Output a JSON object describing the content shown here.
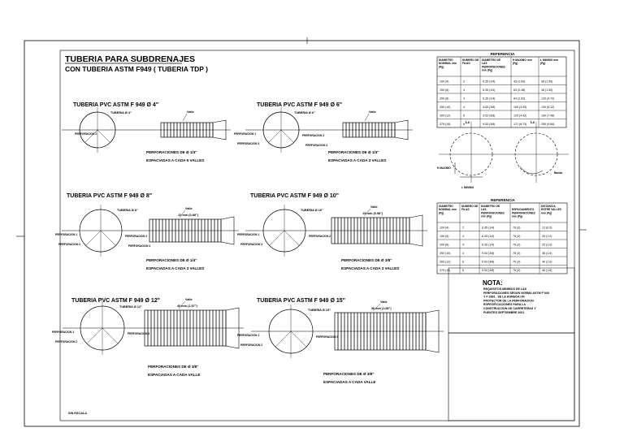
{
  "title": {
    "line1": "TUBERIA PARA SUBDRENAJES",
    "line2": "CON TUBERIA ASTM F949  ( TUBERIA TDP )"
  },
  "pipes": [
    {
      "heading": "TUBERIA PVC ASTM F 949 Ø 4\"",
      "pipe_label": "TUBERIA Ø 4\"",
      "valley": "Valle",
      "dim": "",
      "perf_labels": [
        "PERFORACION 2"
      ],
      "perf1": "PERFORACIONES DE Ø 1/4\"",
      "perf2": "ESPACIADAS A CADA 6 VALLES"
    },
    {
      "heading": "TUBERIA PVC ASTM F 949 Ø 6\"",
      "pipe_label": "TUBERIA Ø 6\"",
      "valley": "Valle",
      "dim": "",
      "perf_labels": [
        "PERFORACION 1",
        "PERFORACION 3",
        "PERFORACION 2",
        "PERFORACION 4"
      ],
      "perf1": "PERFORACIONES DE Ø 1/4\"",
      "perf2": "ESPACIADAS A CADA 3 VALLES"
    },
    {
      "heading": "TUBERIA PVC ASTM F 949 Ø 8\"",
      "pipe_label": "TUBERIA Ø 8\"",
      "valley": "Valle",
      "dim": "22 mm (0.88\")",
      "perf_labels": [
        "PERFORACION 1",
        "PERFORACION 3",
        "PERFORACION 2",
        "PERFORACION 4"
      ],
      "perf1": "PERFORACIONES DE Ø 1/4\"",
      "perf2": "ESPACIADAS A CADA 3 VALLES"
    },
    {
      "heading": "TUBERIA PVC ASTM F 949 Ø 10\"",
      "pipe_label": "TUBERIA Ø 10\"",
      "valley": "Valle",
      "dim": "25 mm (0.98\")",
      "perf_labels": [
        "PERFORACION 1",
        "PERFORACION 3",
        "PERFORACION 2"
      ],
      "perf1": "PERFORACIONES DE Ø 3/8\"",
      "perf2": "ESPACIADAS A CADA 3 VALLES"
    },
    {
      "heading": "TUBERIA PVC ASTM F 949 Ø 12\"",
      "pipe_label": "TUBERIA Ø 12\"",
      "valley": "Valle",
      "dim": "40 mm (1.57\")",
      "perf_labels": [
        "PERFORACION 1",
        "PERFORACION 2",
        "PERFORACION 3"
      ],
      "perf1": "PERFORACIONES DE Ø 3/8\"",
      "perf2": "ESPACIADAS A CADA  VALLE"
    },
    {
      "heading": "TUBERIA PVC ASTM F 949 Ø 15\"",
      "pipe_label": "TUBERIA Ø 15\"",
      "valley": "Valle",
      "dim": "46 mm (1.85\")",
      "perf_labels": [
        "PERFORACION 1",
        "PERFORACION 2",
        "PERFORACION 3"
      ],
      "perf1": "PERFORACIONES DE Ø 3/8\"",
      "perf2": "ESPACIADAS A CADA  VALLE"
    }
  ],
  "ref_table_1": {
    "title": "REFERENCIA",
    "headers": [
      "DIAMETRO NOMINAL mm (Pg)",
      "NUMERO DE FILAS",
      "DIAMETRO DE LAS PERFORACIONES mm (Pg)",
      "H MAXIMO mm (Pg)",
      "L MINIMO mm (Pg)"
    ],
    "rows": [
      [
        "100 (4)",
        "2",
        "6.35 (1/4)",
        "43 (1.69)",
        "38 (1.50)"
      ],
      [
        "150 (6)",
        "4",
        "6.35 (1/4)",
        "63 (2.48)",
        "38 (1.50)"
      ],
      [
        "200 (8)",
        "4",
        "6.35 (1/4)",
        "64 (2.52)",
        "120 (4.72)"
      ],
      [
        "250 (10)",
        "4",
        "9.53 (3/8)",
        "100 (3.93)",
        "130 (5.12)"
      ],
      [
        "300 (12)",
        "6",
        "9.53 (3/8)",
        "125 (4.92)",
        "190 (7.48)"
      ],
      [
        "375 (15)",
        "6",
        "9.53 (3/8)",
        "171 (6.73)",
        "250 (9.84)"
      ]
    ]
  },
  "ref_table_2": {
    "title": "REFERENCIA",
    "headers": [
      "DIAMETRO NOMINAL mm (Pg)",
      "NUMERO DE FILAS",
      "DIAMETRO DE LAS PERFORACIONES mm (Pg)",
      "ESPACIAMIENTO PERFORACIONES mm (Pg)",
      "DISTANCIA ENTRE VALLES mm (Pg)"
    ],
    "rows": [
      [
        "100 (4)",
        "2",
        "6.35 (1/4)",
        "76 (3)",
        "13 (0.5)"
      ],
      [
        "150 (6)",
        "4",
        "6.35 (1/4)",
        "76 (3)",
        "25 (1.0)"
      ],
      [
        "200 (8)",
        "4",
        "6.35 (1/4)",
        "76 (3)",
        "25 (1.0)"
      ],
      [
        "250 (10)",
        "4",
        "9.53 (3/8)",
        "76 (3)",
        "38 (1.5)"
      ],
      [
        "300 (12)",
        "6",
        "9.53 (3/8)",
        "76 (3)",
        "40 (1.6)"
      ],
      [
        "375 (15)",
        "6",
        "9.53 (3/8)",
        "76 (3)",
        "46 (1.8)"
      ]
    ]
  },
  "detail": {
    "centerline": "Lc",
    "h_label": "H MAXIMO",
    "l_label": "L MINIMO",
    "small": "Banda"
  },
  "note": {
    "title": "NOTA:",
    "lines": [
      "REQUISITOS MINIMOS DE LAS",
      "PERFORACIONES SEGUN NORMA ASTM F 949",
      "Y F 2881 . SE LE AGREGA UN",
      "PROTECTOR DE LA PERFORACION",
      "ESPECIFICACIONES PARA LA",
      "CONSTRUCCION DE CARRETERAS Y",
      "PUENTES SEPTIEMBRE 2001"
    ]
  },
  "footer": "SIN ESCALA"
}
